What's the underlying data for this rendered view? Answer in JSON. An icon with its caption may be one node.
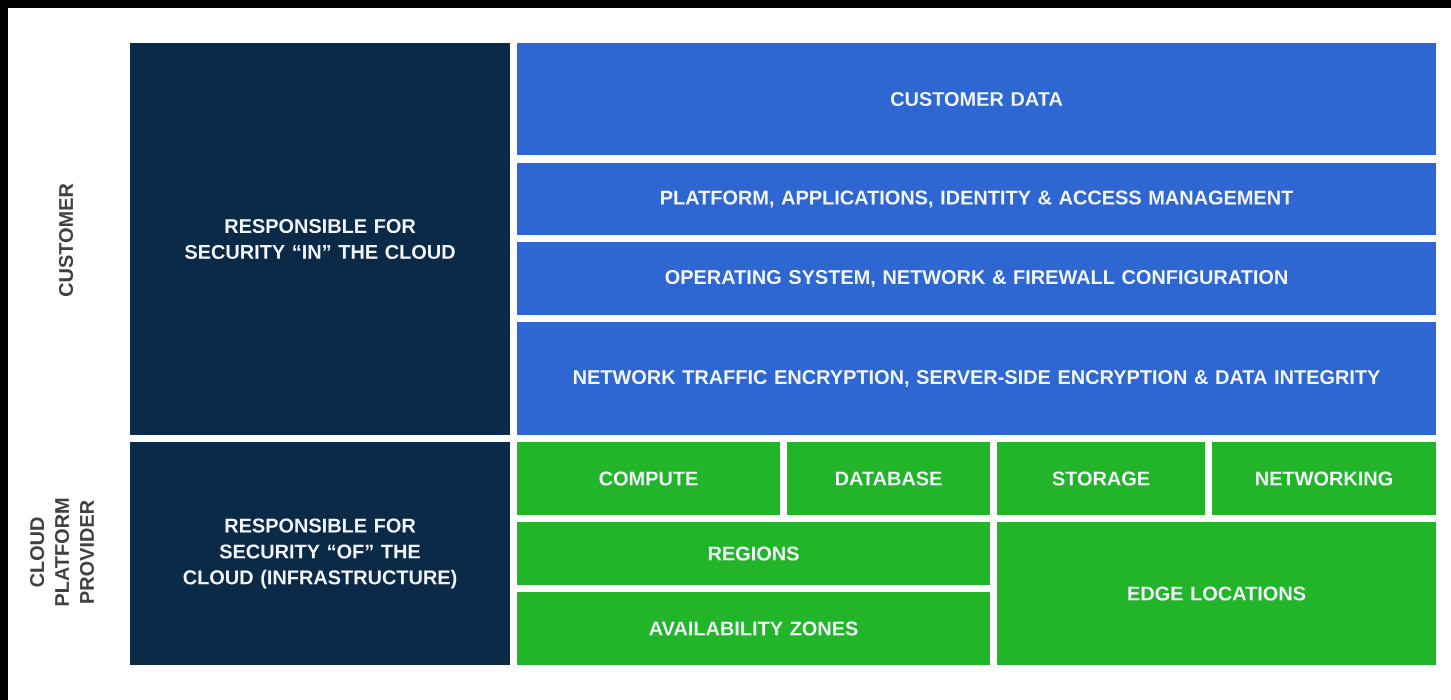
{
  "diagram": {
    "nodes": [
      {
        "text": [
          "RESPONSIBLE FOR SECURITY “IN” THE CLOUD"
        ]
      },
      {
        "text": [
          "CUSTOMER DATA"
        ]
      },
      {
        "text": [
          "PLATFORM, APPLICATIONS, IDENTITY & ACCESS MANAGEMENT"
        ]
      },
      {
        "text": [
          "OPERATING SYSTEM, NETWORK & FIREWALL CONFIGURATION"
        ]
      },
      {
        "text": [
          "NETWORK TRAFFIC ENCRYPTION, SERVER-SIDE ENCRYPTION & DATA INTEGRITY"
        ]
      },
      {
        "text": [
          "RESPONSIBLE FOR SECURITY “OF” THE CLOUD (INFRASTRUCTURE)"
        ]
      },
      {
        "text": [
          "COMPUTE"
        ]
      },
      {
        "text": [
          "DATABASE"
        ]
      },
      {
        "text": [
          "STORAGE"
        ]
      },
      {
        "text": [
          "NETWORKING"
        ]
      },
      {
        "text": [
          "REGIONS"
        ]
      },
      {
        "text": [
          "AVAILABILITY ZONES"
        ]
      },
      {
        "text": [
          "EDGE LOCATIONS"
        ]
      }
    ],
    "labels": [
      "CUSTOMER",
      "CLOUD PLATFORM PROVIDER"
    ]
  }
}
